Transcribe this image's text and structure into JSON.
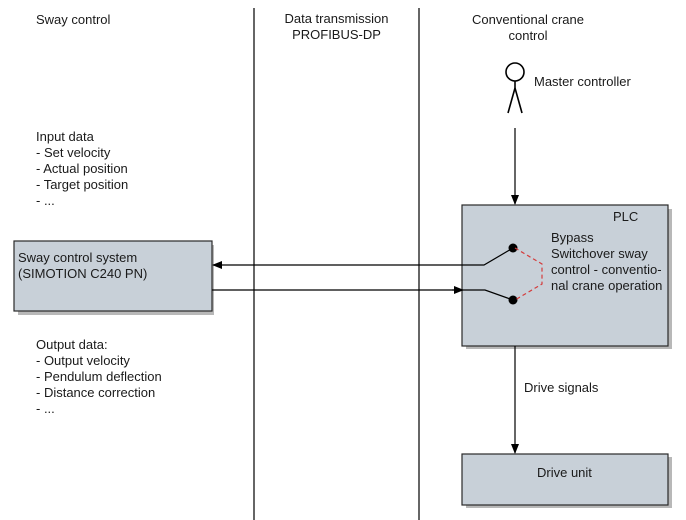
{
  "columns": {
    "left": "Sway control",
    "middle": [
      "Data transmission",
      "PROFIBUS-DP"
    ],
    "right": [
      "Conventional crane",
      "control"
    ]
  },
  "master_controller": "Master controller",
  "input_data": [
    "Input data",
    "- Set velocity",
    "- Actual position",
    "- Target position",
    "- ..."
  ],
  "output_data": [
    "Output data:",
    "- Output velocity",
    "- Pendulum deflection",
    "- Distance correction",
    "- ..."
  ],
  "sway_system": [
    "Sway control system",
    "(SIMOTION C240 PN)"
  ],
  "plc": {
    "title": "PLC",
    "bypass": "Bypass",
    "switchover": [
      "Switchover sway",
      "control - conventio-",
      "nal crane operation"
    ]
  },
  "drive_signals": "Drive signals",
  "drive_unit": "Drive unit",
  "colors": {
    "box_fill": "#c8d0d8",
    "box_border": "#2a2a2a",
    "line": "#000000",
    "bypass_dashed": "#d43c3c"
  }
}
